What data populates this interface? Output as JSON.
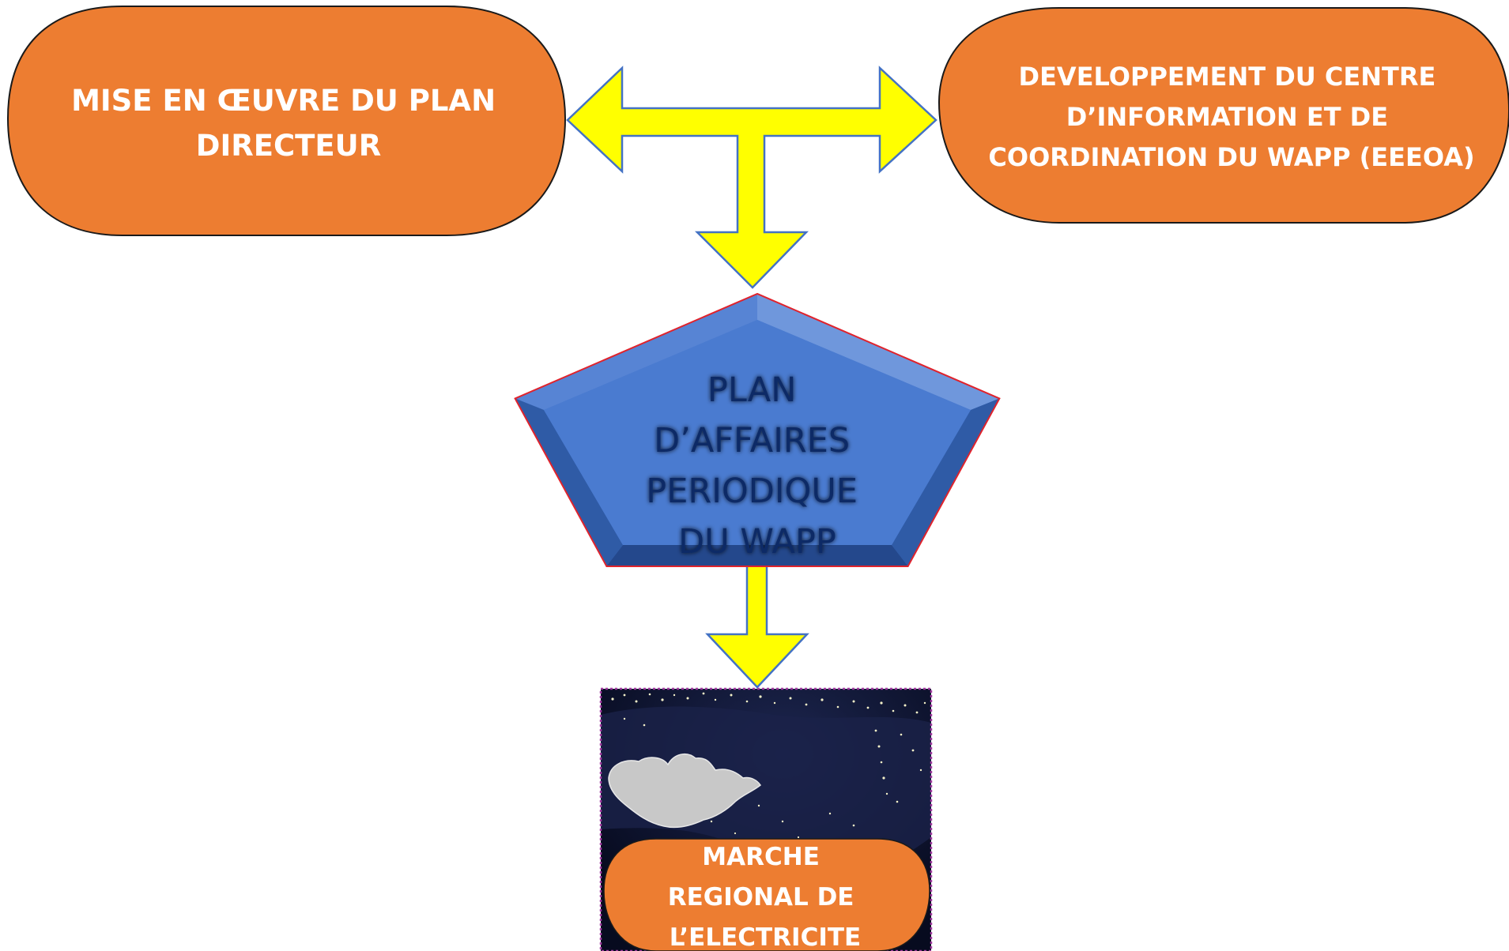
{
  "diagram": {
    "left_box": {
      "lines": [
        "MISE EN ŒUVRE DU PLAN",
        "DIRECTEUR"
      ]
    },
    "right_box": {
      "lines": [
        "DEVELOPPEMENT DU CENTRE",
        "D’INFORMATION ET DE",
        "COORDINATION DU WAPP (EEEOA)"
      ]
    },
    "center_pentagon": {
      "lines": [
        "PLAN",
        "D’AFFAIRES",
        "PERIODIQUE",
        "DU WAPP"
      ]
    },
    "bottom_image": {
      "caption_lines": [
        "MARCHE",
        "REGIONAL DE",
        "L’ELECTRICITE"
      ]
    }
  },
  "colors": {
    "orange": "#ed7d31",
    "arrow_fill": "#ffff00",
    "arrow_stroke": "#4472c4",
    "pentagon_fill": "#4a7bd0",
    "pentagon_stroke": "#e0232c",
    "map_background": "#0c1230",
    "map_border": "#a03aa0"
  }
}
